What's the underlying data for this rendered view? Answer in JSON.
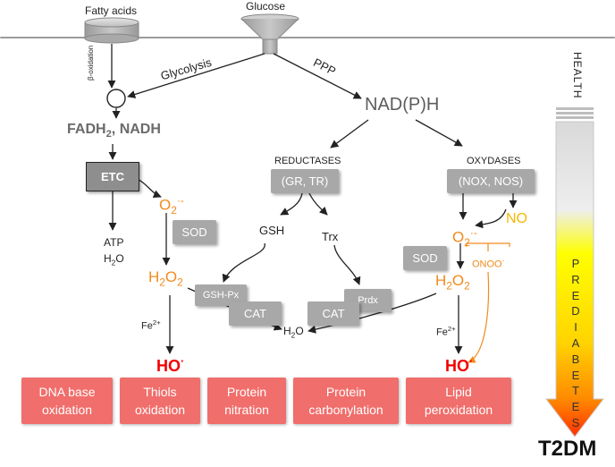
{
  "inputs": {
    "fatty_acids": "Fatty acids",
    "glucose": "Glucose",
    "beta_oxidation": "β-oxidation"
  },
  "pathways": {
    "glycolysis": "Glycolysis",
    "ppp": "PPP"
  },
  "metabolites": {
    "fadh_nadh_a": "FADH",
    "fadh_nadh_sub": "2",
    "fadh_nadh_b": ", NADH",
    "nadph": "NAD(P)H",
    "atp": "ATP",
    "h2o_left_a": "H",
    "h2o_left_sub": "2",
    "h2o_left_b": "O",
    "gsh": "GSH",
    "trx": "Trx",
    "h2o_mid_a": "H",
    "h2o_mid_sub": "2",
    "h2o_mid_b": "O",
    "fe_left": "Fe",
    "fe_left_sup": "2+",
    "fe_right": "Fe",
    "fe_right_sup": "2+"
  },
  "enzymes": {
    "etc": "ETC",
    "sod_left": "SOD",
    "sod_right": "SOD",
    "reductases_title": "REDUCTASES",
    "reductases_box": "(GR, TR)",
    "oxydases_title": "OXYDASES",
    "oxydases_box": "(NOX, NOS)",
    "gshpx": "GSH-Px",
    "cat_left": "CAT",
    "cat_mid": "CAT",
    "prdx": "Prdx"
  },
  "ros": {
    "o2_left": "O",
    "o2_left_sub": "2",
    "o2_left_sup": "·-",
    "h2o2_left_a": "H",
    "h2o2_left_sub1": "2",
    "h2o2_left_b": "O",
    "h2o2_left_sub2": "2",
    "o2_right": "O",
    "o2_right_sub": "2",
    "o2_right_sup": "·-",
    "h2o2_right_a": "H",
    "h2o2_right_sub1": "2",
    "h2o2_right_b": "O",
    "h2o2_right_sub2": "2",
    "no": "NO",
    "onoo": "ONOO",
    "onoo_sup": "-",
    "ho_left": "HO",
    "ho_left_sup": "·",
    "ho_right": "HO",
    "ho_right_sup": "·"
  },
  "damage": [
    "DNA base oxidation",
    "Thiols oxidation",
    "Protein nitration",
    "Protein carbonylation",
    "Lipid peroxidation"
  ],
  "scale": {
    "health": "HEALTH",
    "prediabetes": [
      "P",
      "R",
      "E",
      "D",
      "I",
      "A",
      "B",
      "E",
      "T",
      "E",
      "S"
    ],
    "t2dm": "T2DM"
  },
  "colors": {
    "box_gray": "#a8a8a8",
    "damage_red": "#f06e6b",
    "ros_orange": "#f28a1c",
    "hydroxyl_red": "#f20000",
    "no_yellow": "#f5b800"
  }
}
